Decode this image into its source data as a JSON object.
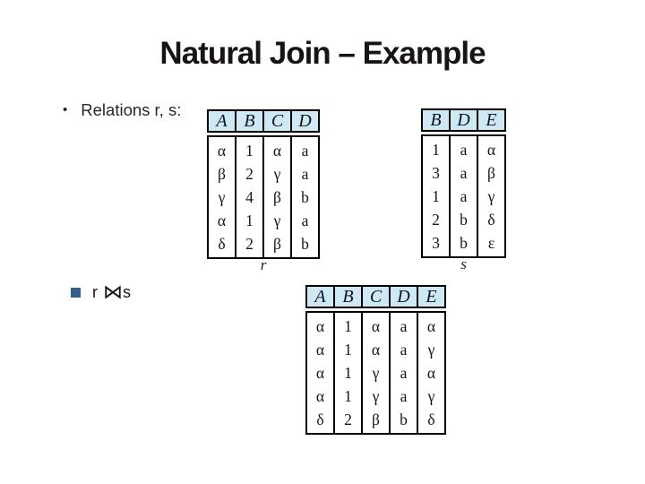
{
  "slide": {
    "title": "Natural Join – Example",
    "bullet_relations": "Relations r, s:",
    "bullet_dot": "•"
  },
  "join_expr": {
    "r": "r",
    "symbol": "⋈",
    "s": "s"
  },
  "colors": {
    "header_fill": "#cee8f4",
    "bullet_square": "#31618e",
    "table_border": "#000000"
  },
  "relations": {
    "r": {
      "label": "r",
      "headers": [
        "A",
        "B",
        "C",
        "D"
      ],
      "rows": [
        [
          "α",
          "1",
          "α",
          "a"
        ],
        [
          "β",
          "2",
          "γ",
          "a"
        ],
        [
          "γ",
          "4",
          "β",
          "b"
        ],
        [
          "α",
          "1",
          "γ",
          "a"
        ],
        [
          "δ",
          "2",
          "β",
          "b"
        ]
      ]
    },
    "s": {
      "label": "s",
      "headers": [
        "B",
        "D",
        "E"
      ],
      "rows": [
        [
          "1",
          "a",
          "α"
        ],
        [
          "3",
          "a",
          "β"
        ],
        [
          "1",
          "a",
          "γ"
        ],
        [
          "2",
          "b",
          "δ"
        ],
        [
          "3",
          "b",
          "ε"
        ]
      ]
    },
    "result": {
      "headers": [
        "A",
        "B",
        "C",
        "D",
        "E"
      ],
      "rows": [
        [
          "α",
          "1",
          "α",
          "a",
          "α"
        ],
        [
          "α",
          "1",
          "α",
          "a",
          "γ"
        ],
        [
          "α",
          "1",
          "γ",
          "a",
          "α"
        ],
        [
          "α",
          "1",
          "γ",
          "a",
          "γ"
        ],
        [
          "δ",
          "2",
          "β",
          "b",
          "δ"
        ]
      ]
    }
  }
}
